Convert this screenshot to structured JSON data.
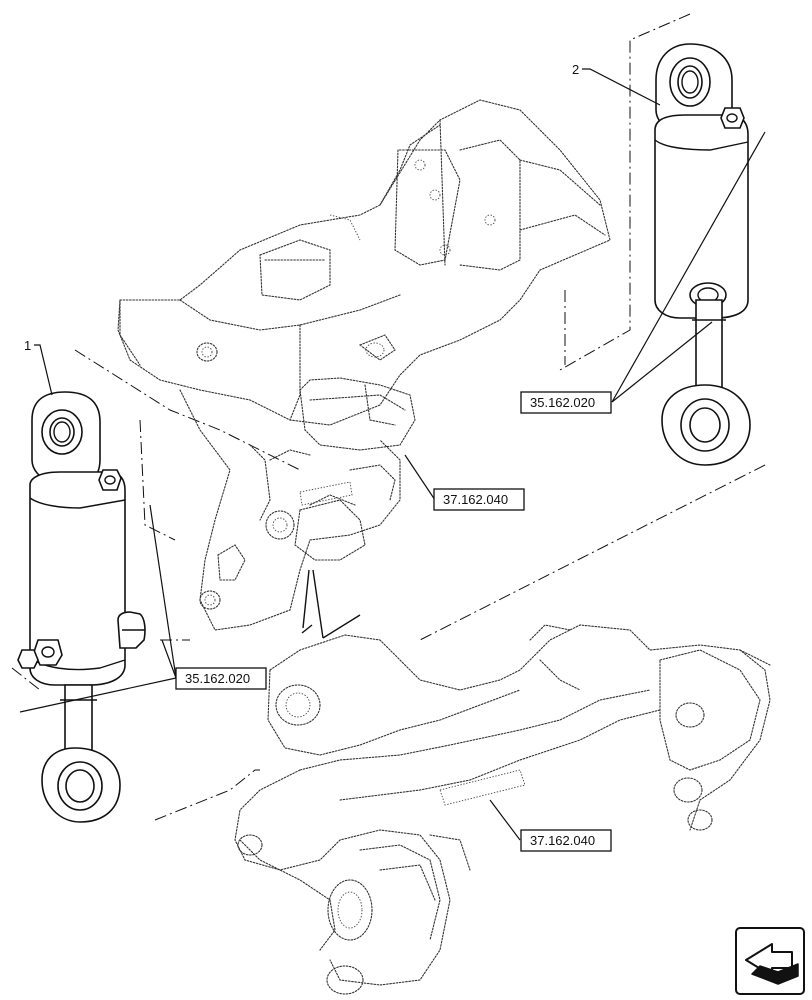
{
  "callouts": {
    "item_1": "1",
    "item_2": "2"
  },
  "references": {
    "upper_right_cylinder": "35.162.020",
    "lower_left_cylinder": "35.162.020",
    "trunnion_bracket": "37.162.040",
    "axle_beam": "37.162.040"
  },
  "nav_icon": "arrow-navigation-icon"
}
